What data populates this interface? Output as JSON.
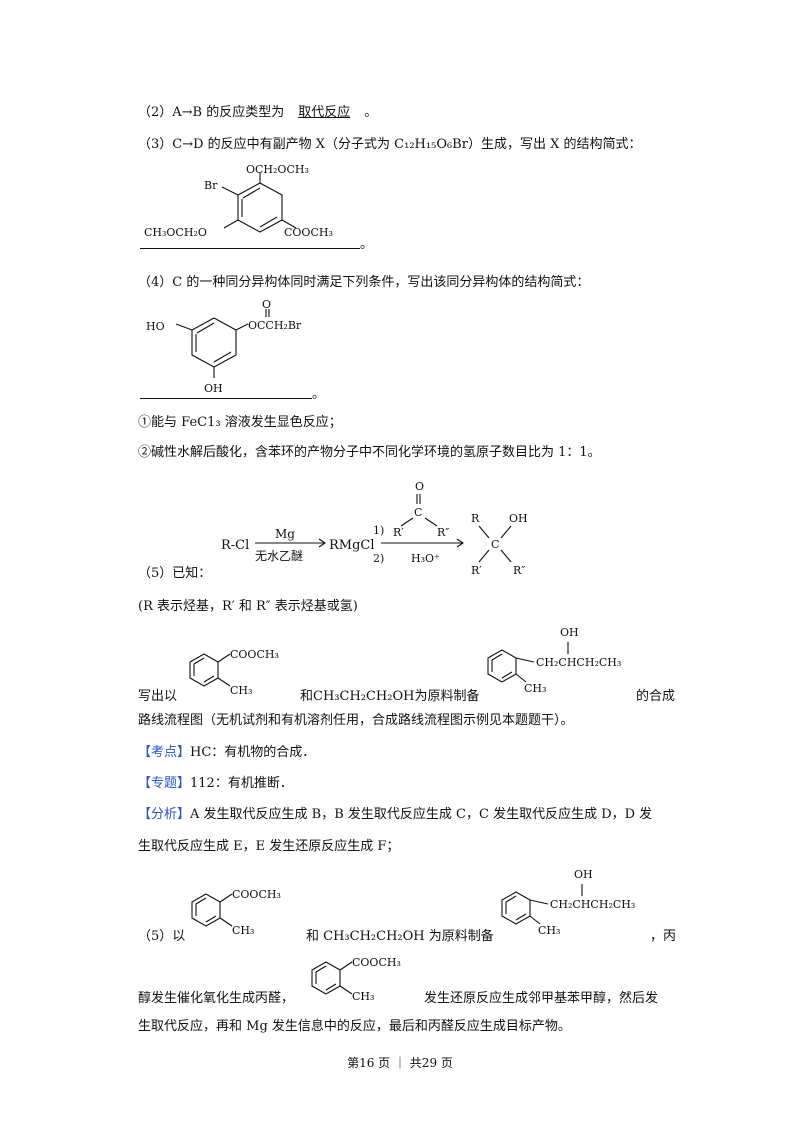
{
  "q2": {
    "prefix": "（2）A→B 的反应类型为",
    "answer": "取代反应",
    "suffix": "。"
  },
  "q3": {
    "text": "（3）C→D 的反应中有副产物 X（分子式为 C₁₂H₁₅O₆Br）生成，写出 X 的结构简式：",
    "end": "。",
    "mol": {
      "ocm_top": "OCH₂OCH₃",
      "br": "Br",
      "ocm_left": "CH₃OCH₂O",
      "ester": "COOCH₃"
    }
  },
  "q4": {
    "text": "（4）C 的一种同分异构体同时满足下列条件，写出该同分异构体的结构简式：",
    "end": "。",
    "mol": {
      "ho": "HO",
      "oh": "OH",
      "o": "O",
      "chain": "OCCH₂Br"
    },
    "cond1": "①能与 FeC1₃ 溶液发生显色反应；",
    "cond2": "②碱性水解后酸化，含苯环的产物分子中不同化学环境的氢原子数目比为 1：1。"
  },
  "q5": {
    "label": "（5）已知：",
    "note": "(R 表示烃基，R′ 和 R″ 表示烃基或氢)",
    "scheme": {
      "rcl": "R-Cl",
      "mg": "Mg",
      "solvent": "无水乙醚",
      "rmgcl": "RMgCl",
      "step1": "1)",
      "step2": "2)",
      "h3o": "H₃O⁺",
      "o": "O",
      "c": "C",
      "r1": "R′",
      "r2": "R″",
      "r": "R",
      "oh": "OH"
    },
    "line1_a": "写出以",
    "line1_b": "和CH₃CH₂CH₂OH为原料制备",
    "line1_c": "的合成",
    "line2": "路线流程图（无机试剂和有机溶剂任用，合成路线流程图示例见本题题干）。",
    "mol_a": {
      "ester": "COOCH₃",
      "ch3": "CH₃"
    },
    "mol_b": {
      "oh": "OH",
      "chain": "CH₂CHCH₂CH₃",
      "ch3": "CH₃"
    }
  },
  "kaodian": {
    "label": "【考点】",
    "text": "HC：有机物的合成．"
  },
  "zhuanti": {
    "label": "【专题】",
    "text": "112：有机推断．"
  },
  "fenxi": {
    "label": "【分析】",
    "text1": "A 发生取代反应生成 B，B 发生取代反应生成 C，C 发生取代反应生成 D，D 发",
    "text2": "生取代反应生成 E，E 发生还原反应生成 F；"
  },
  "ana5": {
    "a": "（5）以",
    "b": "和 CH₃CH₂CH₂OH 为原料制备",
    "c": "，丙",
    "d": "醇发生催化氧化生成丙醛，",
    "e": "发生还原反应生成邻甲基苯甲醇，然后发",
    "f": "生取代反应，再和 Mg 发生信息中的反应，最后和丙醛反应生成目标产物。",
    "mol_a": {
      "ester": "COOCH₃",
      "ch3": "CH₃"
    },
    "mol_b": {
      "oh": "OH",
      "chain": "CH₂CHCH₂CH₃",
      "ch3": "CH₃"
    },
    "mol_c": {
      "ester": "COOCH₃",
      "ch3": "CH₃"
    }
  },
  "footer": "第16 页 ｜ 共29 页"
}
